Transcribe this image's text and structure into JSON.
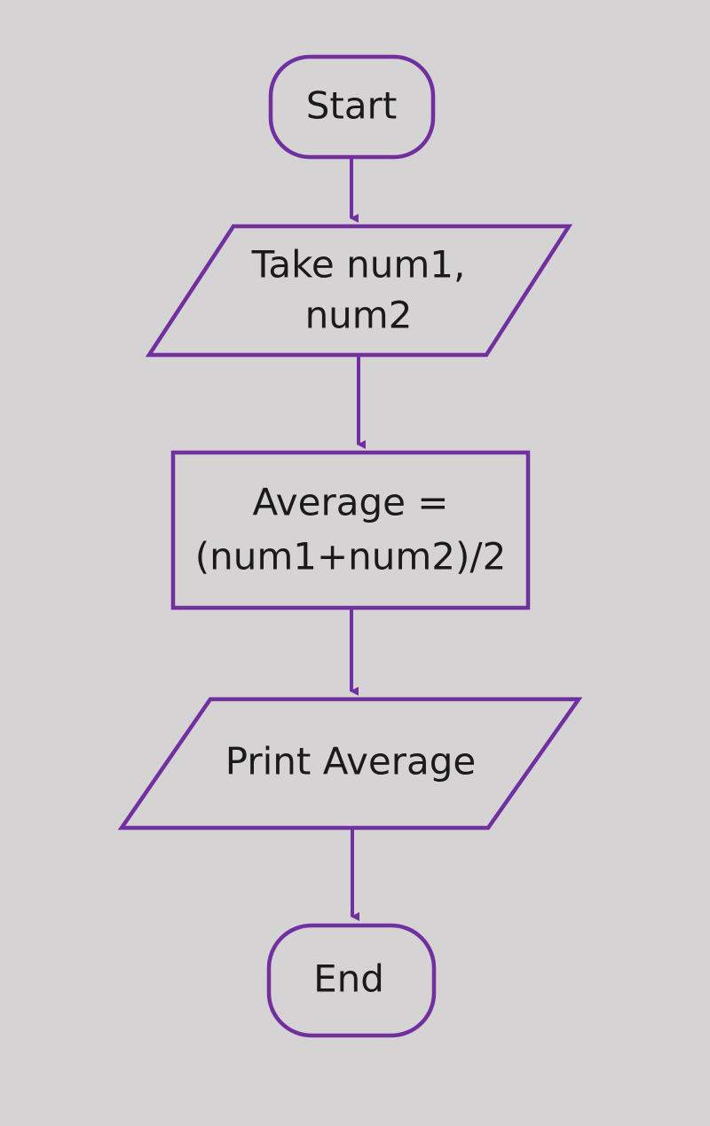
{
  "colors": {
    "background": "#d5d3d4",
    "stroke": "#7030a0",
    "text": "#1a1a1a"
  },
  "nodes": [
    {
      "id": "start",
      "shape": "terminator",
      "lines": [
        "Start"
      ]
    },
    {
      "id": "input",
      "shape": "parallelogram",
      "lines": [
        "Take num1,",
        "num2"
      ]
    },
    {
      "id": "process",
      "shape": "rectangle",
      "lines": [
        "Average =",
        "(num1+num2)/2"
      ]
    },
    {
      "id": "output",
      "shape": "parallelogram",
      "lines": [
        "Print Average"
      ]
    },
    {
      "id": "end",
      "shape": "terminator",
      "lines": [
        "End"
      ]
    }
  ],
  "edges": [
    {
      "from": "start",
      "to": "input"
    },
    {
      "from": "input",
      "to": "process"
    },
    {
      "from": "process",
      "to": "output"
    },
    {
      "from": "output",
      "to": "end"
    }
  ]
}
